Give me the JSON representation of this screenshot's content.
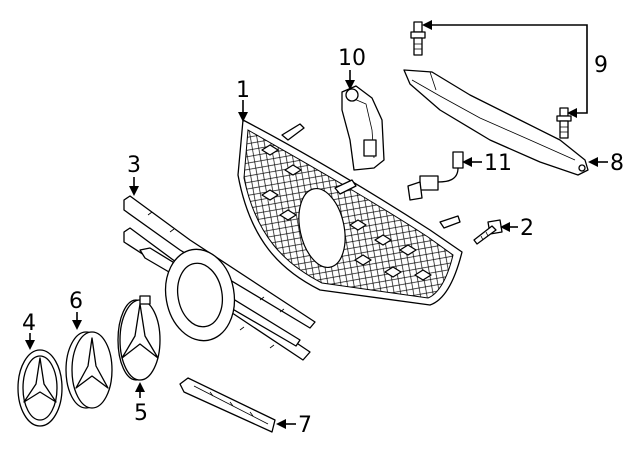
{
  "colors": {
    "line": "#000000",
    "background": "#ffffff"
  },
  "callouts": [
    {
      "id": "1",
      "label": "1"
    },
    {
      "id": "2",
      "label": "2"
    },
    {
      "id": "3",
      "label": "3"
    },
    {
      "id": "4",
      "label": "4"
    },
    {
      "id": "5",
      "label": "5"
    },
    {
      "id": "6",
      "label": "6"
    },
    {
      "id": "7",
      "label": "7"
    },
    {
      "id": "8",
      "label": "8"
    },
    {
      "id": "9",
      "label": "9"
    },
    {
      "id": "10",
      "label": "10"
    },
    {
      "id": "11",
      "label": "11"
    }
  ]
}
